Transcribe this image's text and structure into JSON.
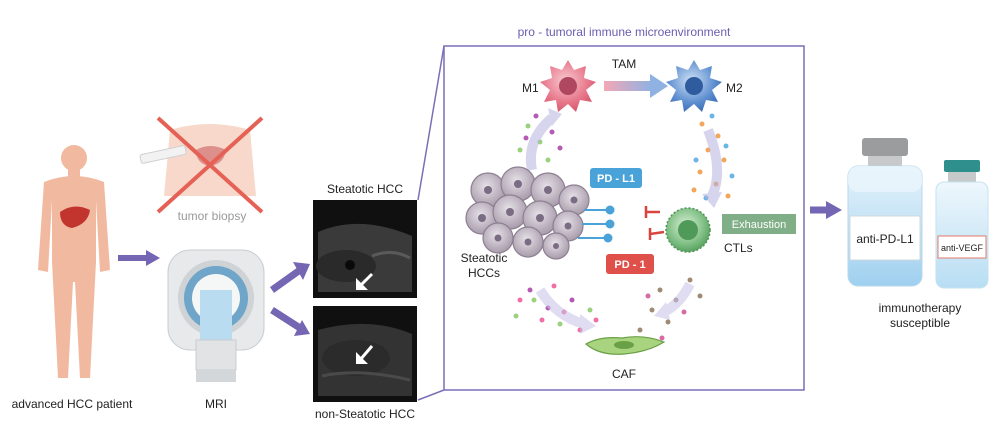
{
  "patient": {
    "label": "advanced HCC patient"
  },
  "biopsy": {
    "label": "tumor biopsy"
  },
  "mri": {
    "label": "MRI"
  },
  "scans": {
    "steatotic_label": "Steatotic HCC",
    "non_steatotic_label": "non-Steatotic HCC"
  },
  "microenvironment": {
    "title": "pro - tumoral immune microenvironment",
    "m1": "M1",
    "m2": "M2",
    "tam": "TAM",
    "pdl1": "PD - L1",
    "pd1": "PD - 1",
    "exhaustion": "Exhaustion",
    "ctls": "CTLs",
    "caf": "CAF",
    "hccs_line1": "Steatotic",
    "hccs_line2": "HCCs"
  },
  "therapy": {
    "vial1": "anti-PD-L1",
    "vial2": "anti-VEGF",
    "label_line1": "immunotherapy",
    "label_line2": "susceptible"
  },
  "colors": {
    "arrow": "#7466b3",
    "frame": "#7b6fb8",
    "title": "#6a5db0",
    "pdl1": "#4aa3d8",
    "pd1": "#e0504a",
    "exhaustion": "#7fae87",
    "skin": "#f1b9a0"
  }
}
